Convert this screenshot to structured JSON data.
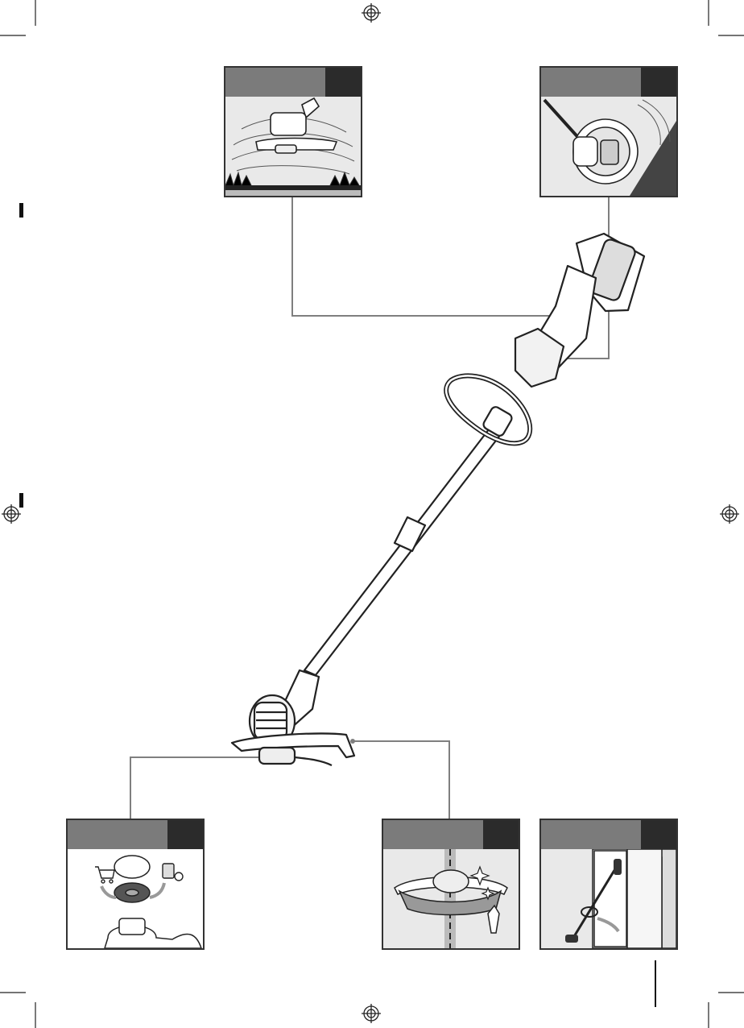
{
  "page": {
    "title": "",
    "panels": [
      {
        "id": "panel-trimming",
        "label": "",
        "number": ""
      },
      {
        "id": "panel-edging",
        "label": "",
        "number": ""
      },
      {
        "id": "panel-spool-replacement",
        "label": "",
        "number": ""
      },
      {
        "id": "panel-cleaning",
        "label": "",
        "number": ""
      },
      {
        "id": "panel-storage",
        "label": "",
        "number": ""
      }
    ],
    "page_number": ""
  },
  "colors": {
    "panel_header": "#7b7b7b",
    "panel_number_box": "#2b2b2b",
    "panel_art_bg": "#e9e9e9",
    "leader_line": "#7f7f7f",
    "outline": "#222222"
  },
  "icons": [
    "registration-mark-icon",
    "crop-mark-icon",
    "shopping-cart-icon",
    "recycle-bin-icon",
    "sparkle-icon"
  ]
}
